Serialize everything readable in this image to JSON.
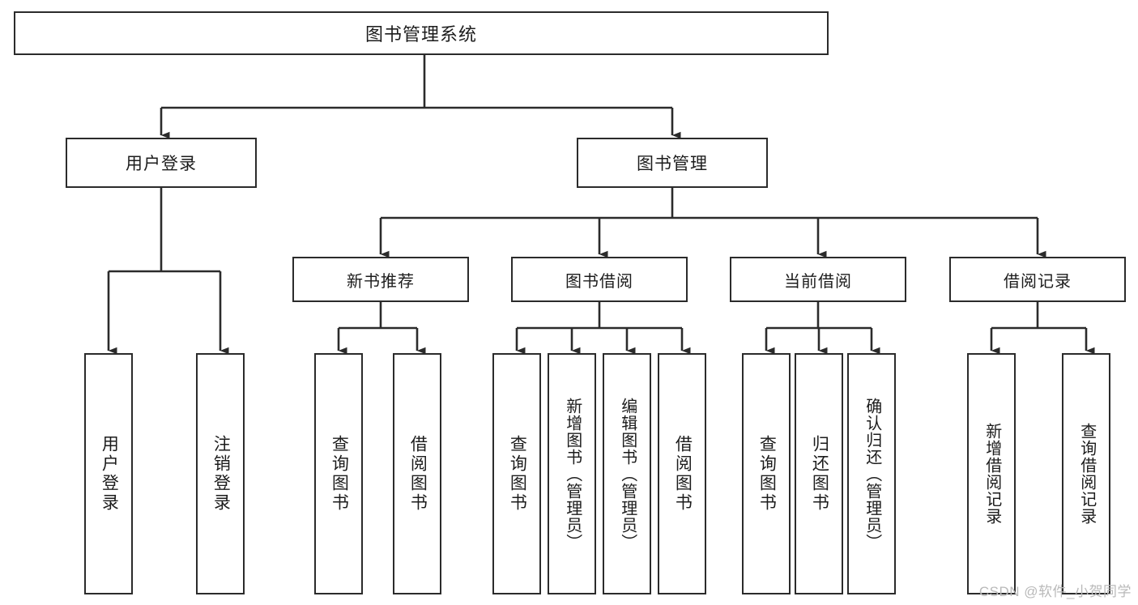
{
  "diagram": {
    "title": "图书管理系统",
    "type": "hierarchy-tree",
    "colors": {
      "box_border": "#2b2b2b",
      "box_fill": "#ffffff",
      "connector": "#2b2b2b",
      "text": "#1c1c1c",
      "watermark": "#b9b9b9",
      "background": "#ffffff"
    },
    "watermark": "CSDN @软件_小贺同学",
    "nodes": {
      "root": {
        "label": "图书管理系统"
      },
      "level2": [
        {
          "id": "user-login",
          "label": "用户登录"
        },
        {
          "id": "book-management",
          "label": "图书管理"
        }
      ],
      "level3": [
        {
          "id": "new-book-recommend",
          "label": "新书推荐"
        },
        {
          "id": "book-borrow",
          "label": "图书借阅"
        },
        {
          "id": "current-borrow",
          "label": "当前借阅"
        },
        {
          "id": "borrow-record",
          "label": "借阅记录"
        }
      ],
      "leaves": {
        "user-login": [
          {
            "id": "leaf-user-login",
            "label": "用户登录"
          },
          {
            "id": "leaf-logout-login",
            "label": "注销登录"
          }
        ],
        "new-book-recommend": [
          {
            "id": "leaf-query-book-1",
            "label": "查询图书"
          },
          {
            "id": "leaf-borrow-book-1",
            "label": "借阅图书"
          }
        ],
        "book-borrow": [
          {
            "id": "leaf-query-book-2",
            "label": "查询图书"
          },
          {
            "id": "leaf-add-book",
            "label": "新增图书（管理员）"
          },
          {
            "id": "leaf-edit-book",
            "label": "编辑图书（管理员）"
          },
          {
            "id": "leaf-borrow-book-2",
            "label": "借阅图书"
          }
        ],
        "current-borrow": [
          {
            "id": "leaf-query-book-3",
            "label": "查询图书"
          },
          {
            "id": "leaf-return-book",
            "label": "归还图书"
          },
          {
            "id": "leaf-confirm-return",
            "label": "确认归还（管理员）"
          }
        ],
        "borrow-record": [
          {
            "id": "leaf-add-borrow-record",
            "label": "新增借阅记录"
          },
          {
            "id": "leaf-query-borrow-record",
            "label": "查询借阅记录"
          }
        ]
      }
    }
  }
}
